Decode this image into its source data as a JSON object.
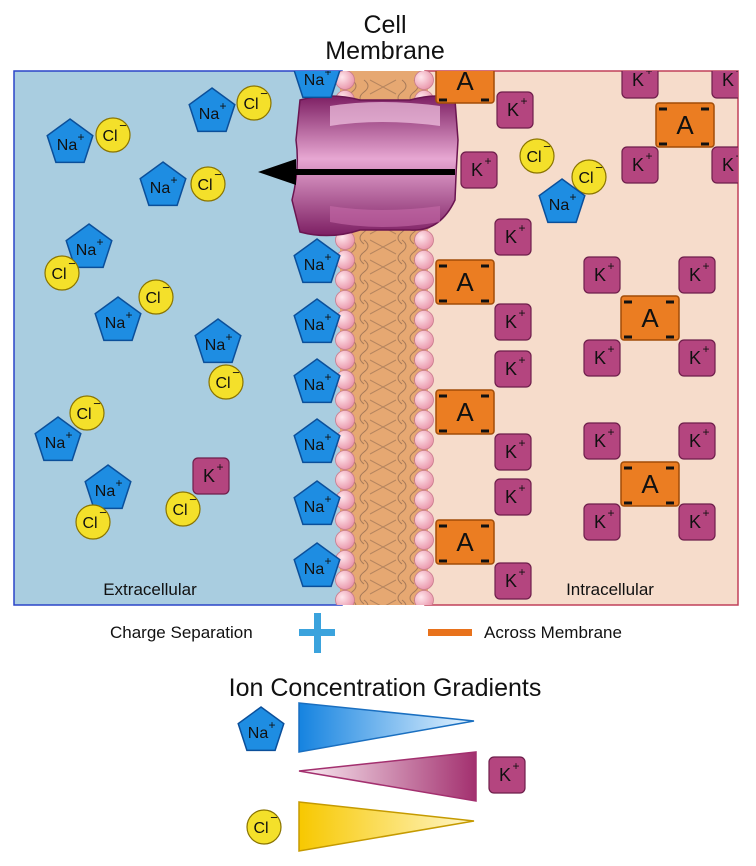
{
  "membrane": {
    "title_line1": "Cell",
    "title_line2": "Membrane"
  },
  "regions": {
    "extracellular": "Extracellular",
    "intracellular": "Intracellular"
  },
  "legend": {
    "charge_separation": "Charge Separation",
    "across_membrane": "Across Membrane"
  },
  "gradients": {
    "title": "Ion Concentration Gradients"
  },
  "ions": {
    "sodium": "Na",
    "chloride": "Cl",
    "potassium": "K",
    "anion": "A",
    "plus": "+",
    "minus": "−"
  },
  "colors": {
    "extracellular_bg": "#a9cde0",
    "intracellular_bg": "#f6dccb",
    "membrane_core": "#e6a872",
    "lipid_head": "#f7b9c6",
    "sodium": "#1e8de2",
    "chloride": "#f4e02a",
    "potassium": "#b4457f",
    "anion": "#eb7d22",
    "channel": "#a43a86",
    "plus_marker": "#3ba3dd",
    "minus_marker": "#e8721c"
  }
}
